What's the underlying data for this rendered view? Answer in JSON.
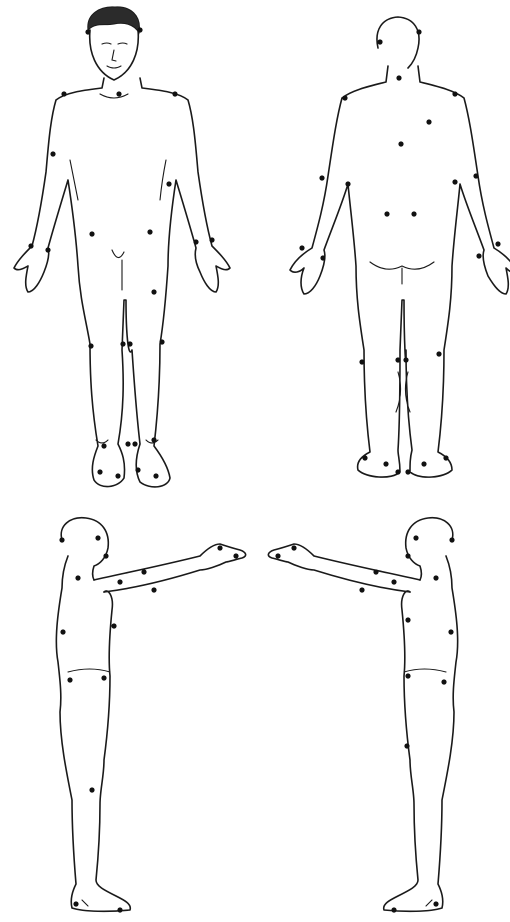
{
  "figure": {
    "views": [
      {
        "id": "front",
        "label": ""
      },
      {
        "id": "back",
        "label": ""
      },
      {
        "id": "side-left",
        "label": ""
      },
      {
        "id": "side-right",
        "label": ""
      }
    ],
    "marker_color": "#111111",
    "outline_color": "#1a1a1a",
    "background": "#ffffff",
    "marker_counts": {
      "front": 26,
      "back": 27,
      "side-left": 16,
      "side-right": 16
    }
  }
}
